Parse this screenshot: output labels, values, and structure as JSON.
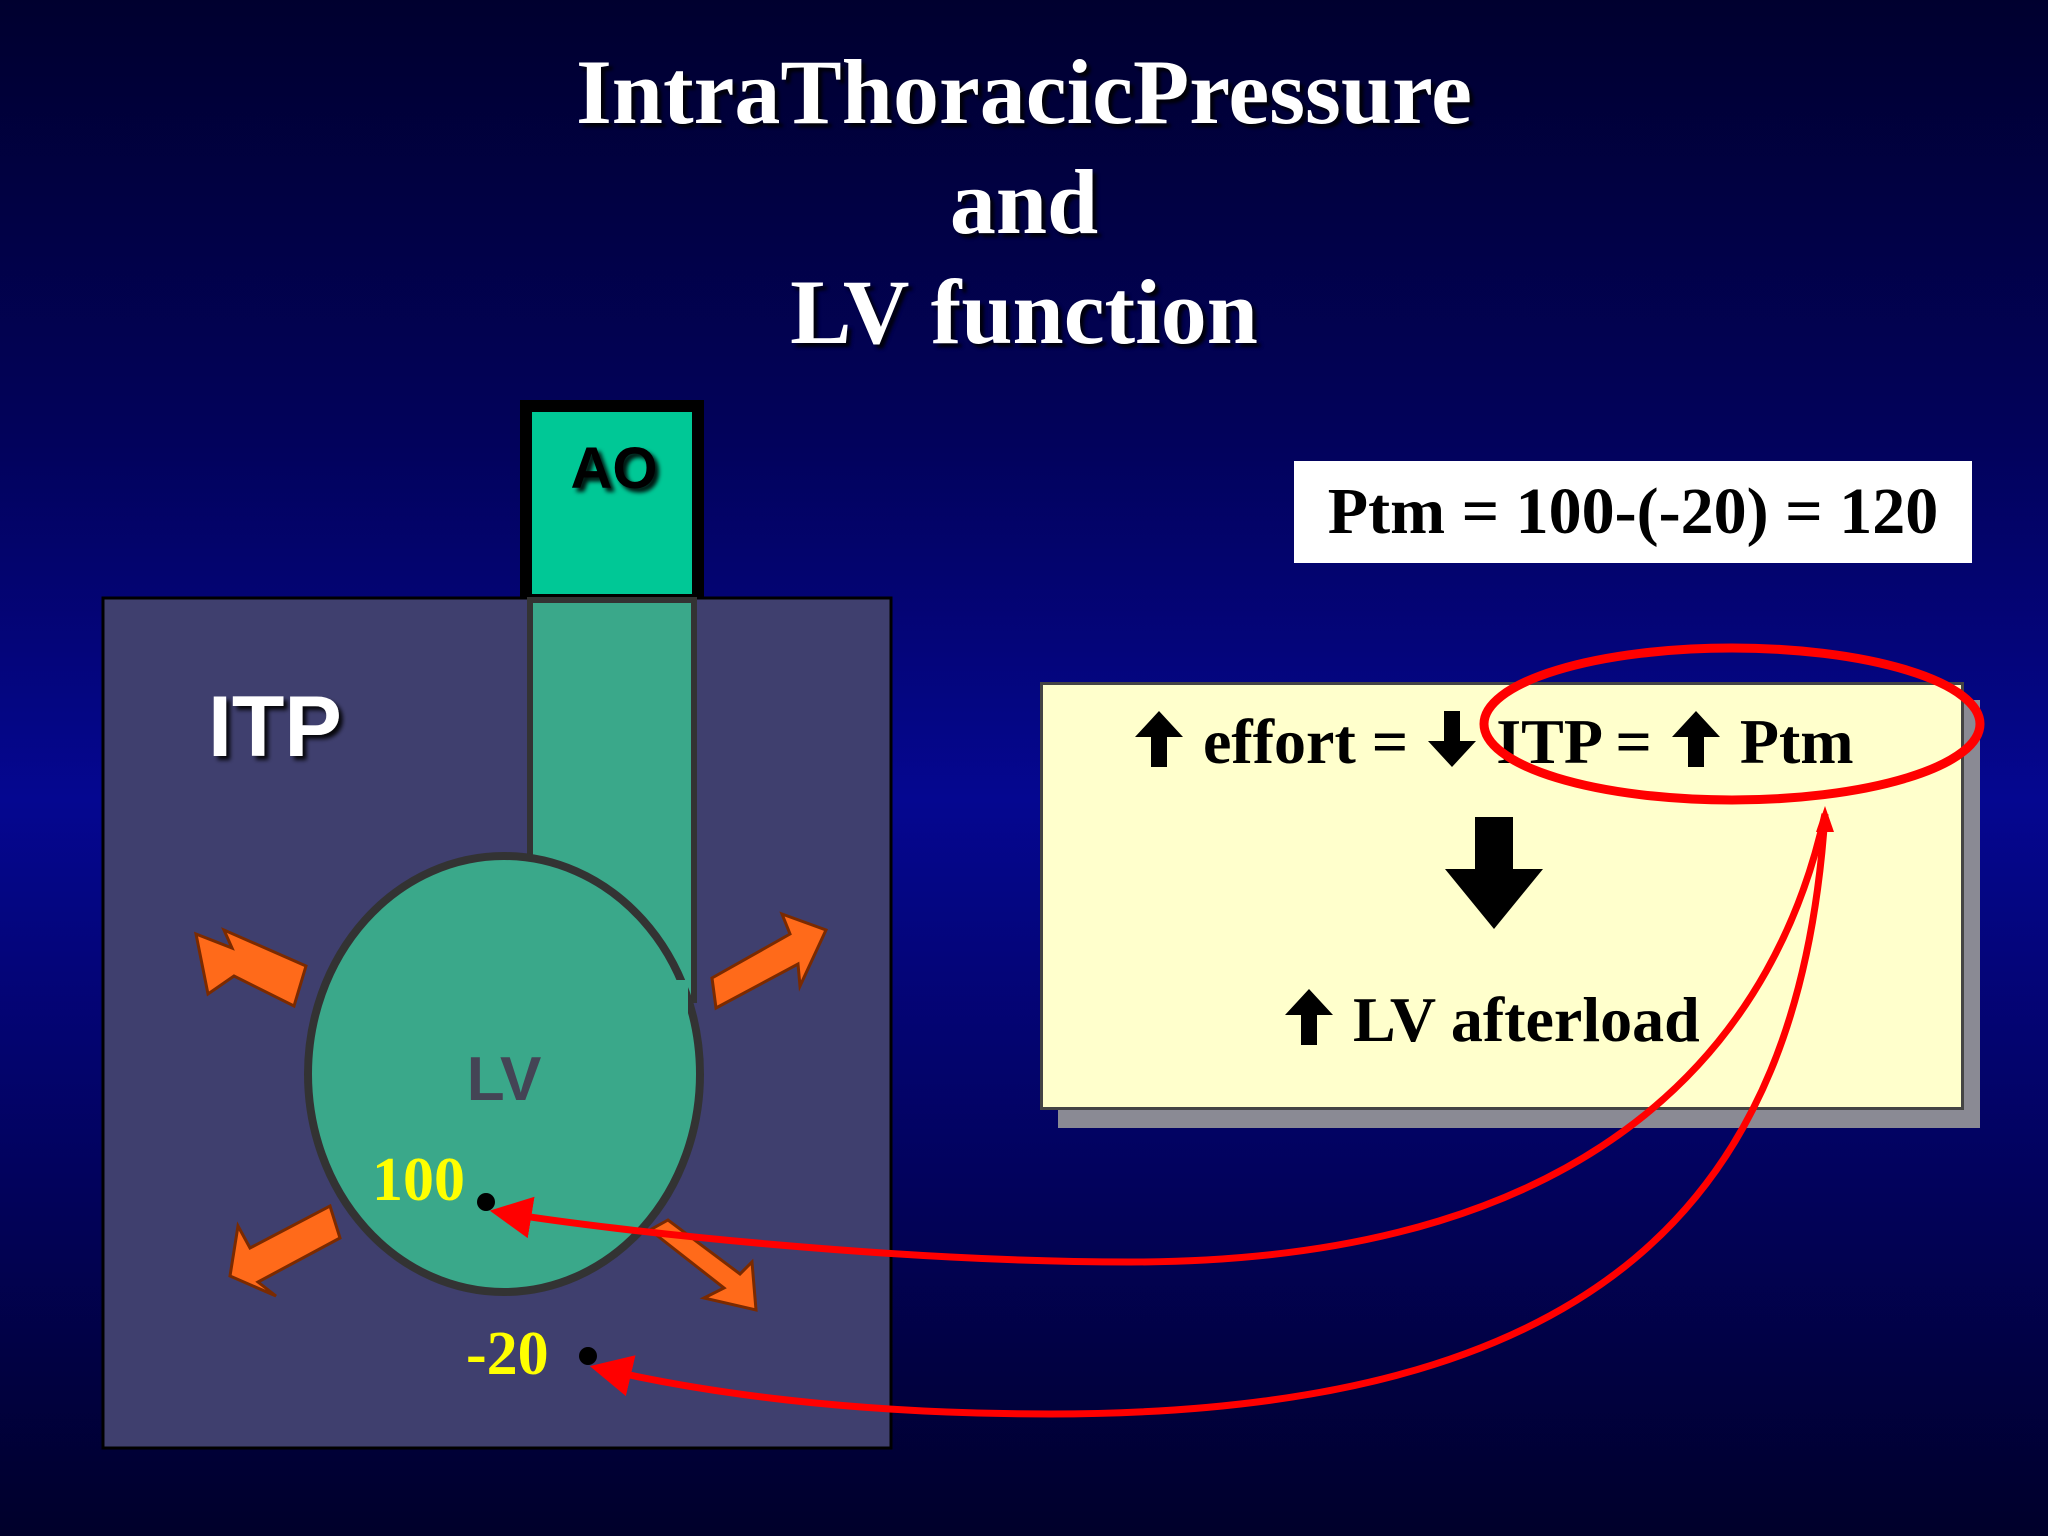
{
  "title": {
    "line1": "IntraThoracicPressure",
    "line2": "and",
    "line3": "LV function"
  },
  "diagram": {
    "ao_label": "AO",
    "itp_label": "ITP",
    "lv_label": "LV",
    "lv_pressure": "100",
    "itp_pressure": "-20"
  },
  "ptm_box": {
    "text": "Ptm = 100-(-20) = 120"
  },
  "effect_box": {
    "line1": {
      "effort": "effort",
      "eq1": "=",
      "itp": "ITP",
      "eq2": "=",
      "ptm": "Ptm"
    },
    "line2": {
      "text": "LV afterload"
    }
  },
  "colors": {
    "background": "#05058a",
    "itp_box": "#3f3f6e",
    "aorta": "#00c896",
    "lv_fill": "#3aa88a",
    "orange_arrow": "#ff6a1a",
    "red_annotation": "#ff0000",
    "label_yellow": "#ffff00",
    "effect_box": "#ffffcc"
  },
  "icons": [
    "up-arrow-icon",
    "down-arrow-icon",
    "orange-expansion-arrow-icon",
    "red-curved-arrow-icon"
  ]
}
